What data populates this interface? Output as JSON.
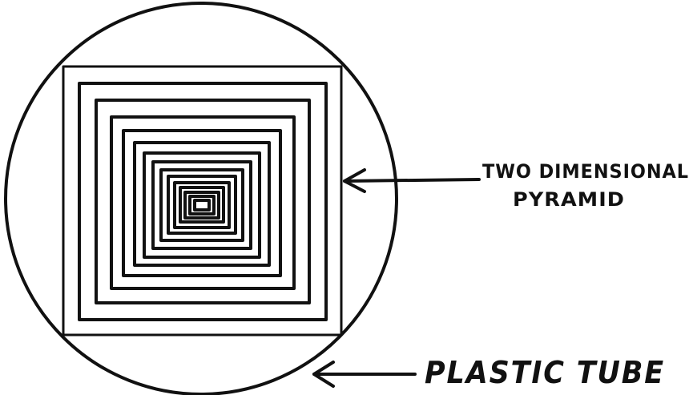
{
  "labels": {
    "pyramid_line1": "TWO DIMENSIONAL",
    "pyramid_line2": "PYRAMID",
    "tube": "PLASTIC TUBE"
  },
  "colors": {
    "ink": "#111111",
    "background": "#ffffff"
  }
}
